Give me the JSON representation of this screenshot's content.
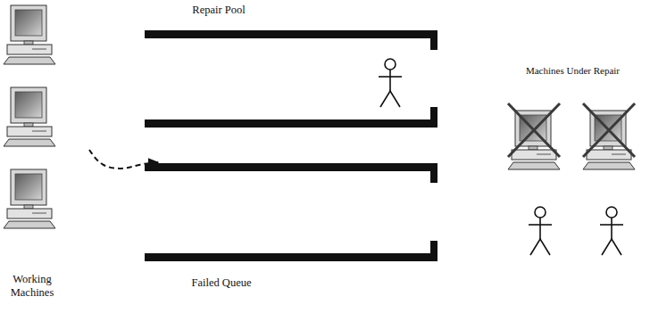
{
  "diagram": {
    "nodes": [
      {
        "text": [
          "Working Machines"
        ]
      },
      {
        "text": [
          "Repair Pool"
        ]
      },
      {
        "text": [
          "Failed Queue"
        ]
      },
      {
        "text": [
          "Machines Under Repair"
        ]
      }
    ],
    "edges": [
      {
        "from": 0,
        "to": 2,
        "arrow": "to"
      }
    ]
  }
}
